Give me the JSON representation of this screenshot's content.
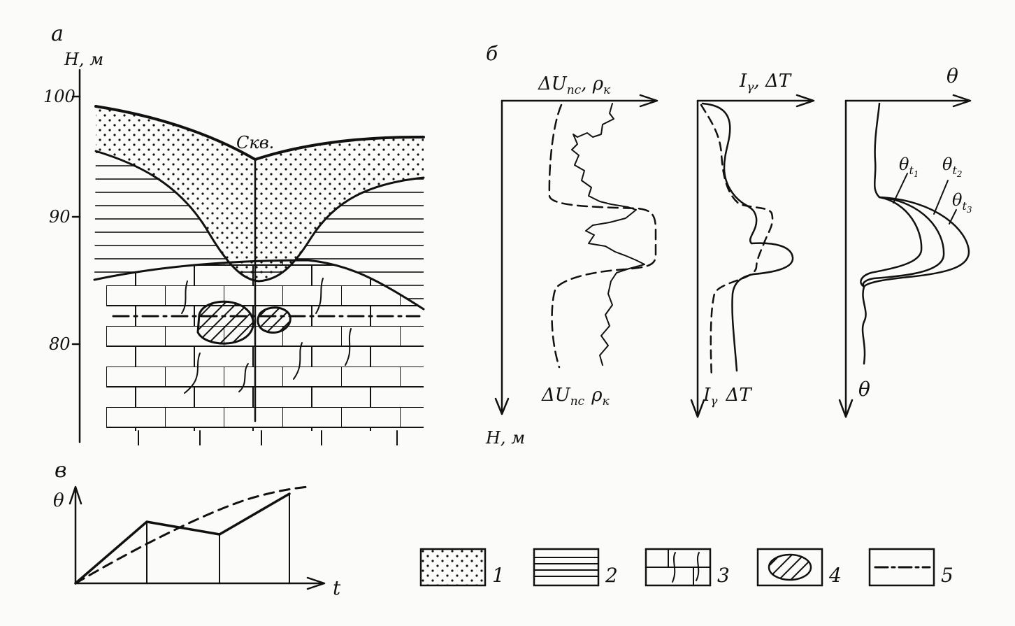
{
  "panel_a": {
    "letter": "а",
    "axis_label": "H, м",
    "ticks": [
      "100",
      "90",
      "80"
    ],
    "well_label": "Скв."
  },
  "panel_b": {
    "letter": "б",
    "plot1": {
      "top_label": "ΔU",
      "top_sub": "пс",
      "top_label2": ", ρ",
      "top_sub2": "к",
      "bottom_label": "ΔU",
      "bottom_sub": "пс",
      "bottom_label2": "ρ",
      "bottom_sub2": "к",
      "depth_label": "H, м"
    },
    "plot2": {
      "top_label": "I",
      "top_sub": "γ",
      "top_label2": ", ΔT",
      "bottom_label": "I",
      "bottom_sub": "γ",
      "bottom_label2": "ΔT"
    },
    "plot3": {
      "top_label": "θ",
      "bottom_label": "θ",
      "curve1": "θ",
      "curve1_sub": "t",
      "curve1_subsub": "1",
      "curve2": "θ",
      "curve2_sub": "t",
      "curve2_subsub": "2",
      "curve3": "θ",
      "curve3_sub": "t",
      "curve3_subsub": "3"
    }
  },
  "panel_v": {
    "letter": "в",
    "y_label": "θ",
    "x_label": "t"
  },
  "legend": [
    {
      "number": "1",
      "pattern": "dots"
    },
    {
      "number": "2",
      "pattern": "horizontal-lines"
    },
    {
      "number": "3",
      "pattern": "bricks-with-cracks"
    },
    {
      "number": "4",
      "pattern": "hatched-oval"
    },
    {
      "number": "5",
      "pattern": "dash-dot-line"
    }
  ]
}
